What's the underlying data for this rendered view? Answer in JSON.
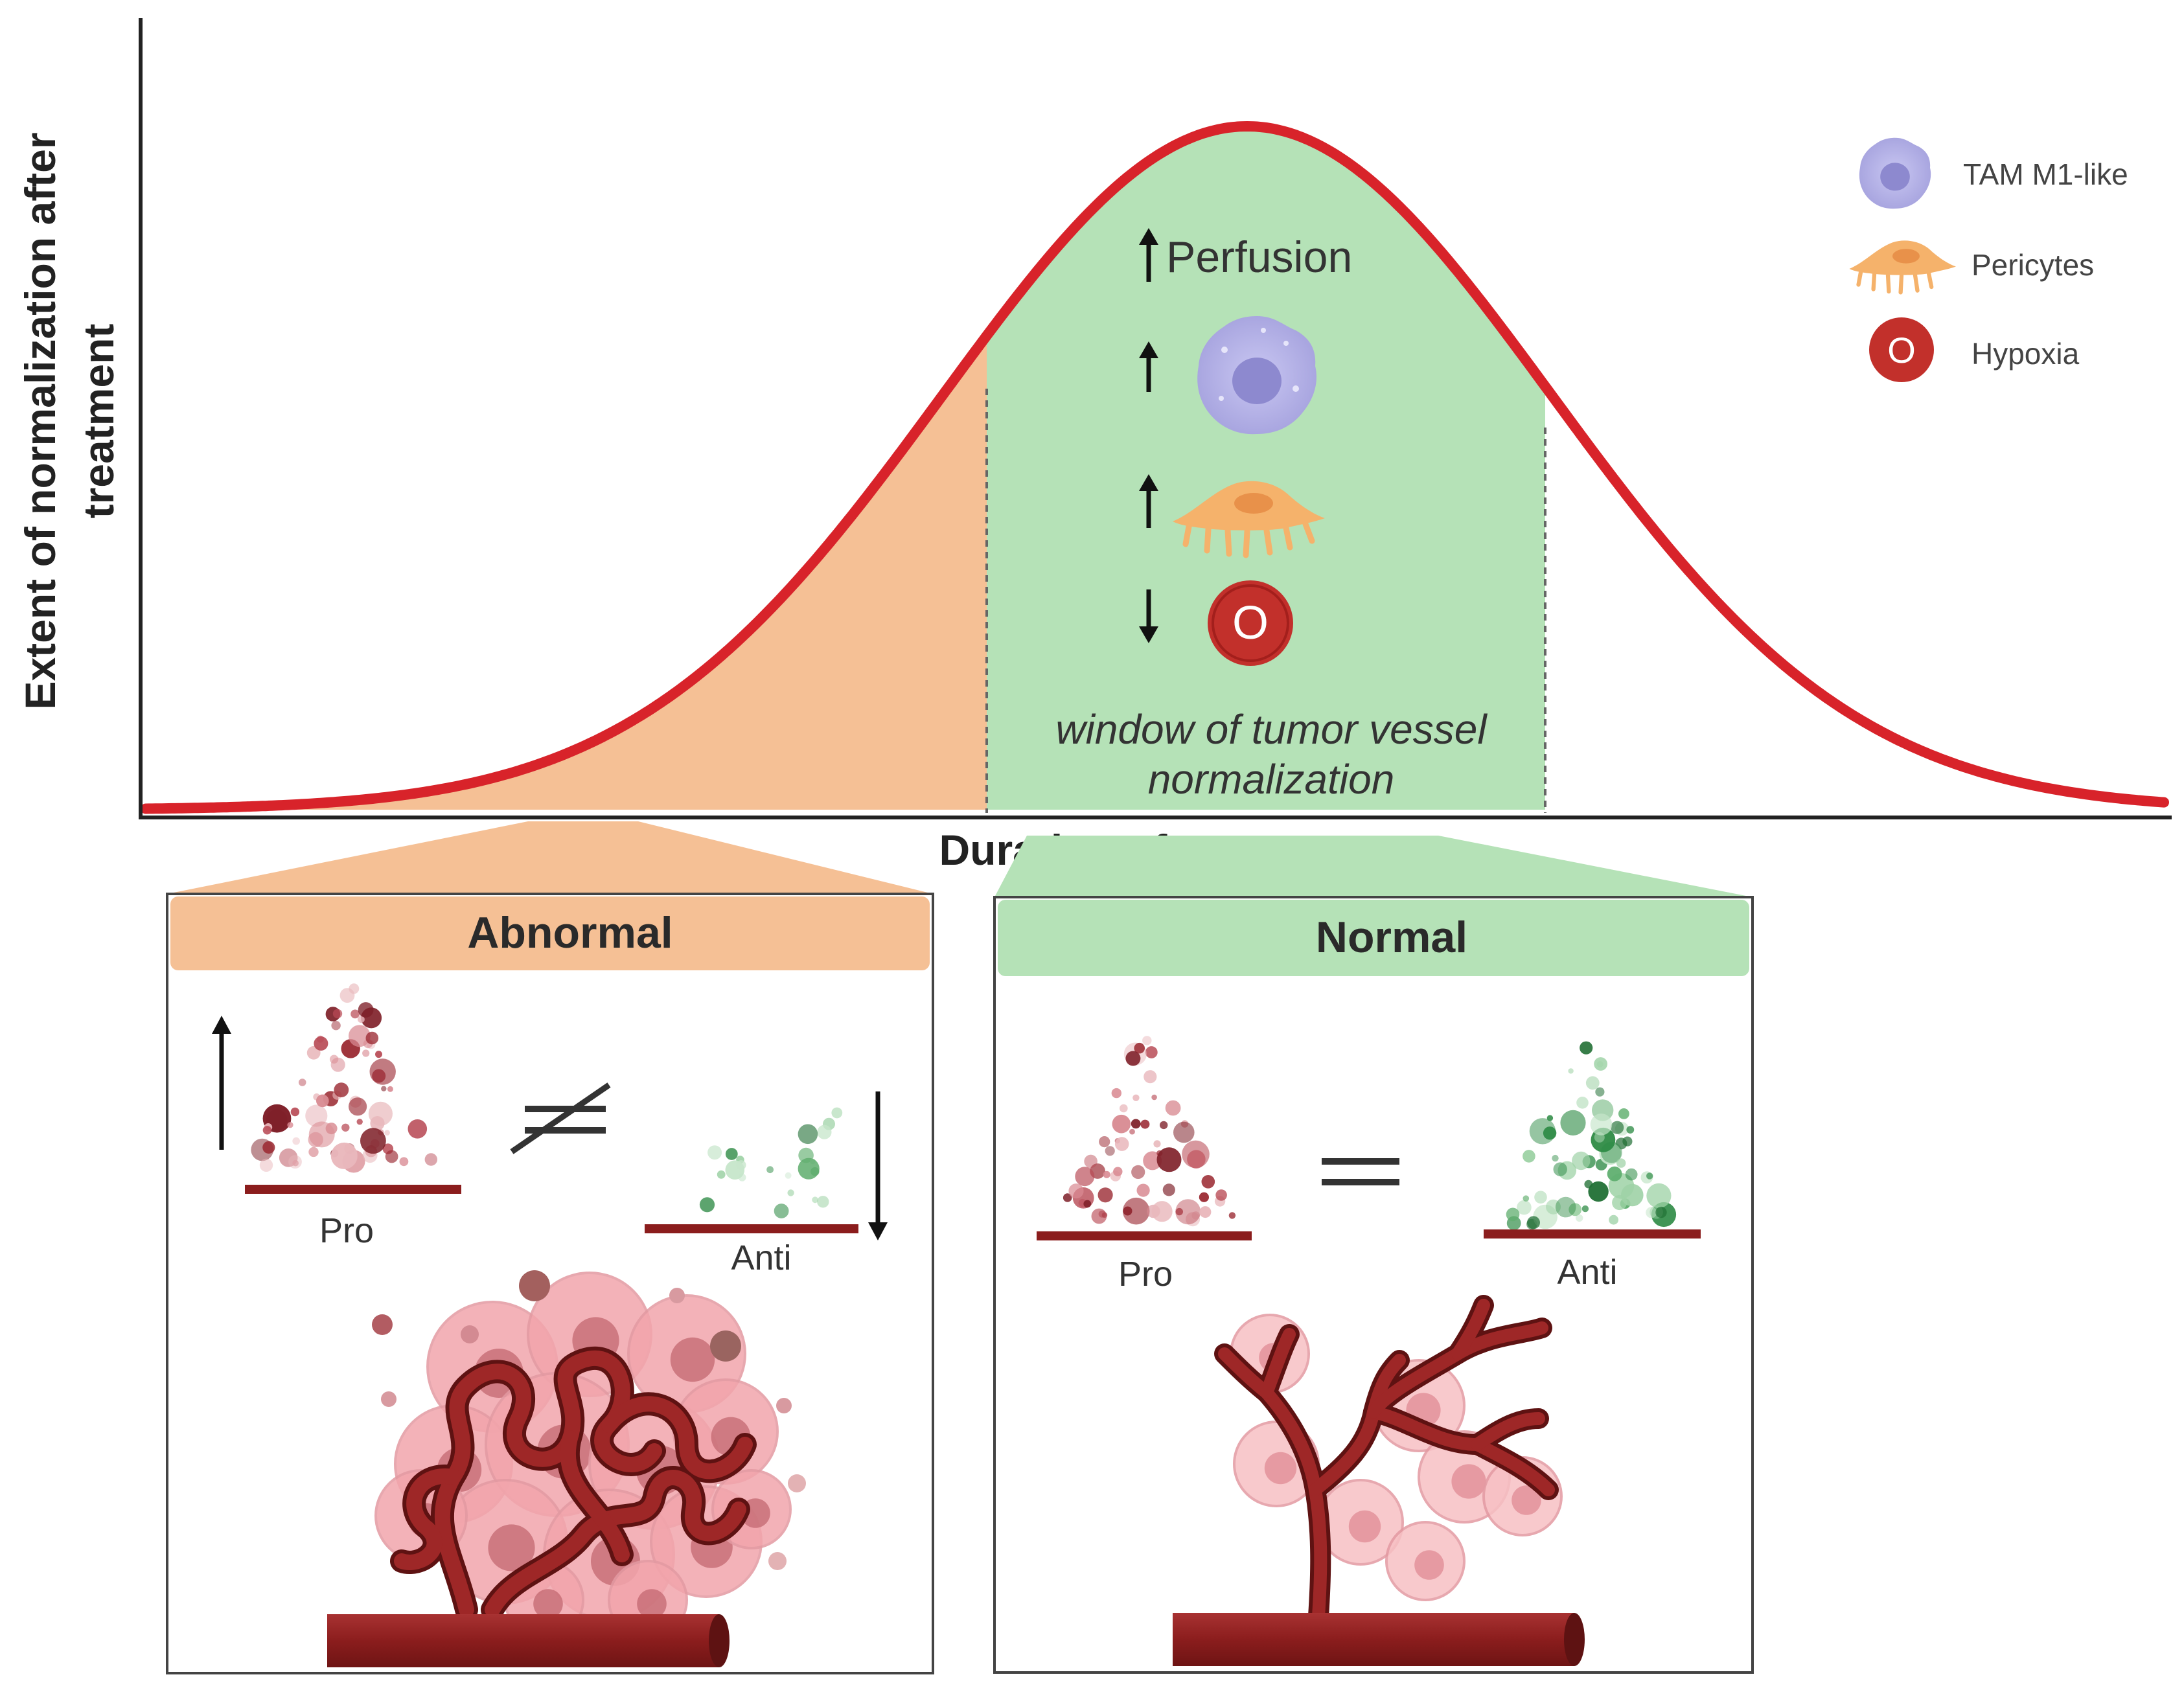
{
  "axes": {
    "ylabel_line1": "Extent of normalization after",
    "ylabel_line2": "treatment",
    "xlabel": "Duration of treatment"
  },
  "window": {
    "perfusion_label": "Perfusion",
    "label_line1": "window of tumor vessel",
    "label_line2": "normalization",
    "indicators": [
      {
        "name": "Perfusion",
        "direction": "up"
      },
      {
        "name": "TAM M1-like",
        "direction": "up"
      },
      {
        "name": "Pericytes",
        "direction": "up"
      },
      {
        "name": "Hypoxia",
        "direction": "down"
      }
    ]
  },
  "legend": {
    "items": [
      {
        "label": "TAM M1-like",
        "icon": "macrophage-icon"
      },
      {
        "label": "Pericytes",
        "icon": "pericyte-icon"
      },
      {
        "label": "Hypoxia",
        "icon": "hypoxia-icon",
        "glyph": "O"
      }
    ]
  },
  "panels": {
    "abnormal": {
      "title": "Abnormal",
      "pro": "Pro",
      "anti": "Anti",
      "relation": "≠"
    },
    "normal": {
      "title": "Normal",
      "pro": "Pro",
      "anti": "Anti",
      "relation": "="
    }
  },
  "colors": {
    "curve": "#d8232a",
    "abnormal_fill": "#f5c095",
    "normal_fill": "#b5e2b7",
    "vessel": "#8b1d1d",
    "pro_dots": "#9b2a33",
    "anti_dots": "#2e8b45",
    "tam": "#a9a6e0",
    "pericyte": "#f5b26b",
    "hypoxia": "#c2302b"
  }
}
